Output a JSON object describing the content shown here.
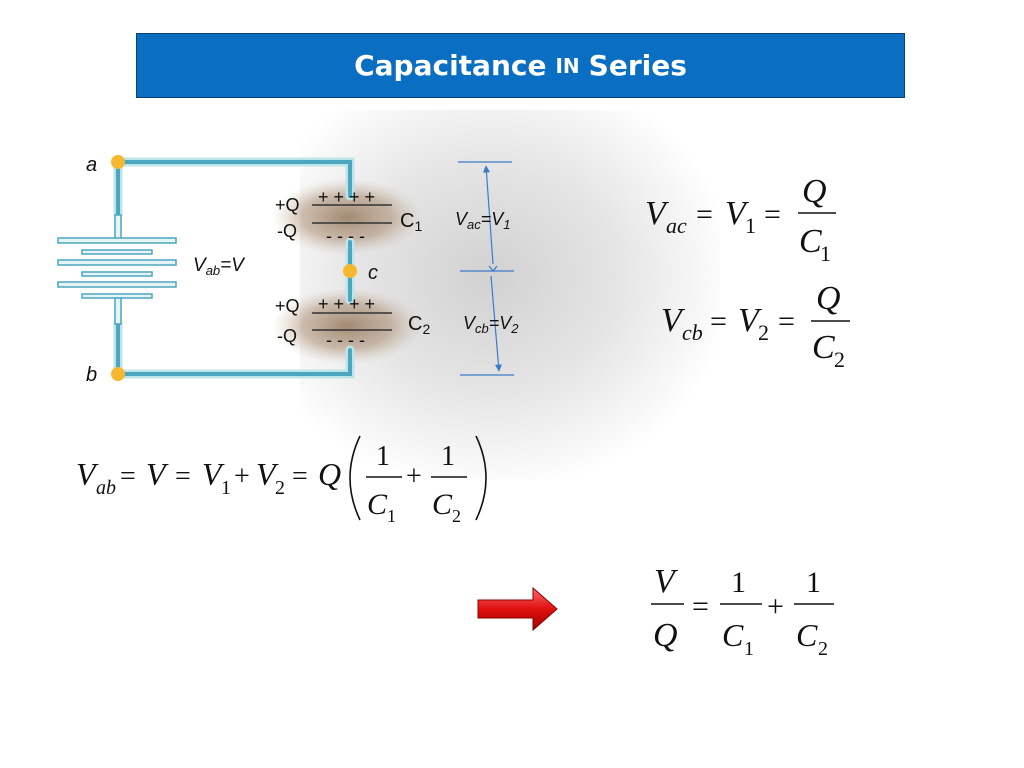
{
  "title": {
    "main": "Capacitance",
    "connector": "IN",
    "tail": "Series"
  },
  "circuit": {
    "node_a": "a",
    "node_b": "b",
    "node_c": "c",
    "plus_q": "+Q",
    "minus_q": "-Q",
    "plus_signs": "+ + + +",
    "minus_signs": "- - - -",
    "cap1": "C",
    "cap1_sub": "1",
    "cap2": "C",
    "cap2_sub": "2",
    "battery_v": "V",
    "battery_v_sub": "ab",
    "battery_v_rhs": "=V",
    "vac": "V",
    "vac_sub": "ac",
    "vac_rhs": "=V",
    "vac_rhs_sub": "1",
    "vcb": "V",
    "vcb_sub": "cb",
    "vcb_rhs": "=V",
    "vcb_rhs_sub": "2"
  },
  "equations": {
    "eq_vac": {
      "V": "V",
      "sub": "ac",
      "eq": "=",
      "V1": "V",
      "V1_sub": "1",
      "num": "Q",
      "den": "C",
      "den_sub": "1"
    },
    "eq_vcb": {
      "V": "V",
      "sub": "cb",
      "eq": "=",
      "V2": "V",
      "V2_sub": "2",
      "num": "Q",
      "den": "C",
      "den_sub": "2"
    },
    "eq_sum": {
      "V": "V",
      "sub": "ab",
      "eq": "=",
      "Vmid": "V",
      "V1": "V",
      "V1_sub": "1",
      "plus": "+",
      "V2": "V",
      "V2_sub": "2",
      "Q": "Q",
      "one": "1",
      "C": "C",
      "s1": "1",
      "s2": "2"
    },
    "eq_result": {
      "num": "V",
      "den": "Q",
      "eq": "=",
      "one": "1",
      "C": "C",
      "s1": "1",
      "s2": "2",
      "plus": "+"
    }
  },
  "colors": {
    "title_bg": "#0a6fc2",
    "wire": "#4aa7bf",
    "node": "#f5b82e",
    "arrow": "#e02020",
    "dim_line": "#3a7bc8"
  }
}
